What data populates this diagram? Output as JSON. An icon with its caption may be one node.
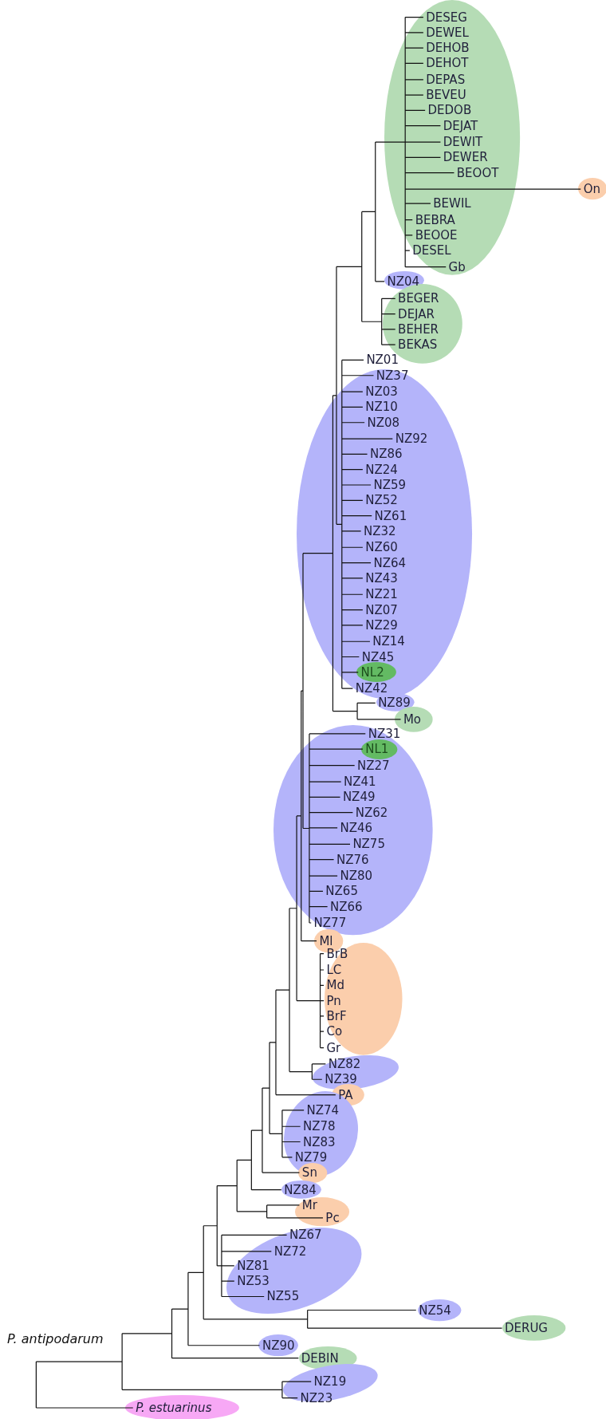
{
  "diagram": {
    "nodes": [
      {
        "text": [
          "DESEG",
          "DEWEL",
          "DEHOB",
          "DEHOT",
          "DEPAS",
          "BEVEU",
          "DEDOB",
          "DEJAT",
          "DEWIT",
          "DEWER",
          "BEOOT",
          "BEWIL",
          "BEBRA",
          "BEOOE",
          "DESEL",
          "Gb"
        ]
      },
      {
        "text": [
          "On"
        ]
      },
      {
        "text": [
          "NZ04"
        ]
      },
      {
        "text": [
          "BEGER",
          "DEJAR",
          "BEHER",
          "BEKAS"
        ]
      },
      {
        "text": [
          "NZ01",
          "NZ37",
          "NZ03",
          "NZ10",
          "NZ08",
          "NZ92",
          "NZ86",
          "NZ24",
          "NZ59",
          "NZ52",
          "NZ61",
          "NZ32",
          "NZ60",
          "NZ64",
          "NZ43",
          "NZ21",
          "NZ07",
          "NZ29",
          "NZ14",
          "NZ45",
          "NZ42"
        ]
      },
      {
        "text": [
          "NL2"
        ],
        "in": 4
      },
      {
        "text": [
          "NZ89"
        ]
      },
      {
        "text": [
          "Mo"
        ]
      },
      {
        "text": [
          "NZ31",
          "NZ27",
          "NZ41",
          "NZ49",
          "NZ62",
          "NZ46",
          "NZ75",
          "NZ76",
          "NZ80",
          "NZ65",
          "NZ66",
          "NZ77"
        ]
      },
      {
        "text": [
          "NL1"
        ],
        "in": 8
      },
      {
        "text": [
          "Ml"
        ]
      },
      {
        "text": [
          "BrB",
          "LC",
          "Md",
          "Pn",
          "BrF",
          "Co",
          "Gr"
        ]
      },
      {
        "text": [
          "NZ82",
          "NZ39"
        ]
      },
      {
        "text": [
          "PA"
        ]
      },
      {
        "text": [
          "NZ74",
          "NZ78",
          "NZ83",
          "NZ79"
        ]
      },
      {
        "text": [
          "Sn"
        ]
      },
      {
        "text": [
          "NZ84"
        ]
      },
      {
        "text": [
          "Mr",
          "Pc"
        ]
      },
      {
        "text": [
          "NZ67",
          "NZ72",
          "NZ81",
          "NZ53",
          "NZ55"
        ]
      },
      {
        "text": [
          "NZ54"
        ]
      },
      {
        "text": [
          "DERUG"
        ]
      },
      {
        "text": [
          "NZ90"
        ]
      },
      {
        "text": [
          "DEBIN"
        ]
      },
      {
        "text": [
          "NZ19",
          "NZ23"
        ]
      },
      {
        "text": [
          "P. estuarinus"
        ]
      }
    ],
    "labels": [
      "P. antipodarum"
    ]
  }
}
